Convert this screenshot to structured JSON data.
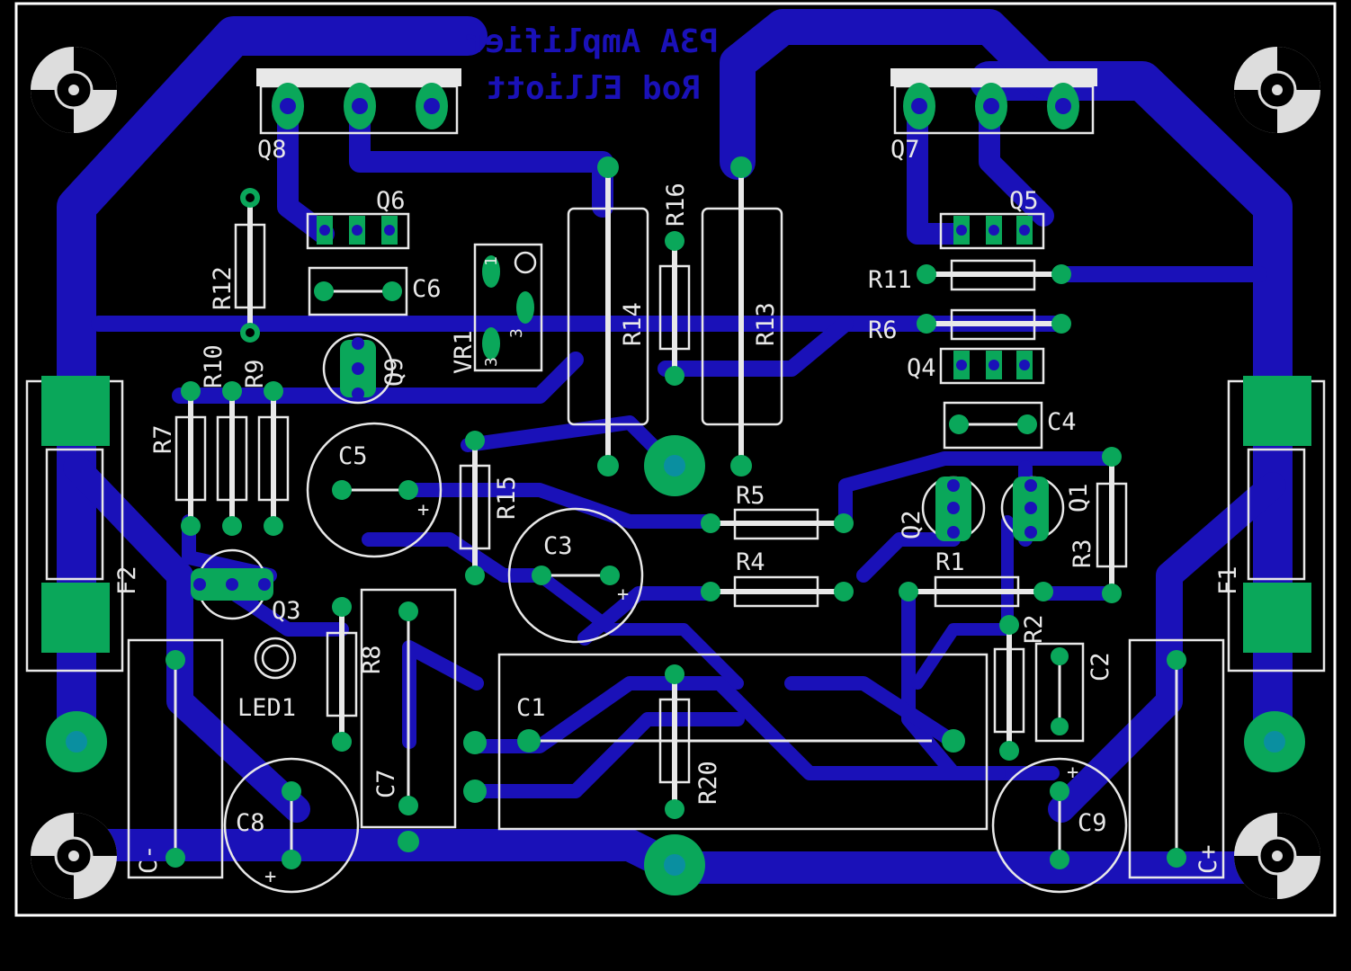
{
  "board": {
    "title_line1": "P3A Amplifier",
    "title_line2": "Rod Elliott",
    "colors": {
      "background": "#000000",
      "copper": "#1a11b8",
      "pad": "#0aa75a",
      "via": "#0a8fa0",
      "silkscreen": "#e8e8e8",
      "outline": "#ffffff"
    }
  },
  "labels": {
    "q8": "Q8",
    "q7": "Q7",
    "q6": "Q6",
    "q5": "Q5",
    "q4": "Q4",
    "q3": "Q3",
    "q2": "Q2",
    "q1": "Q1",
    "q9": "Q9",
    "r1": "R1",
    "r2": "R2",
    "r3": "R3",
    "r4": "R4",
    "r5": "R5",
    "r6": "R6",
    "r7": "R7",
    "r8": "R8",
    "r9": "R9",
    "r10": "R10",
    "r11": "R11",
    "r12": "R12",
    "r13": "R13",
    "r14": "R14",
    "r15": "R15",
    "r16": "R16",
    "r20": "R20",
    "c1": "C1",
    "c2": "C2",
    "c3": "C3",
    "c4": "C4",
    "c5": "C5",
    "c6": "C6",
    "c7": "C7",
    "c8": "C8",
    "c9": "C9",
    "cminus": "C-",
    "cplus": "C+",
    "f1": "F1",
    "f2": "F2",
    "vr1": "VR1",
    "led1": "LED1",
    "vr_pin1": "1",
    "vr_pin3": "3",
    "vr_wiper": "3",
    "plus": "+"
  }
}
